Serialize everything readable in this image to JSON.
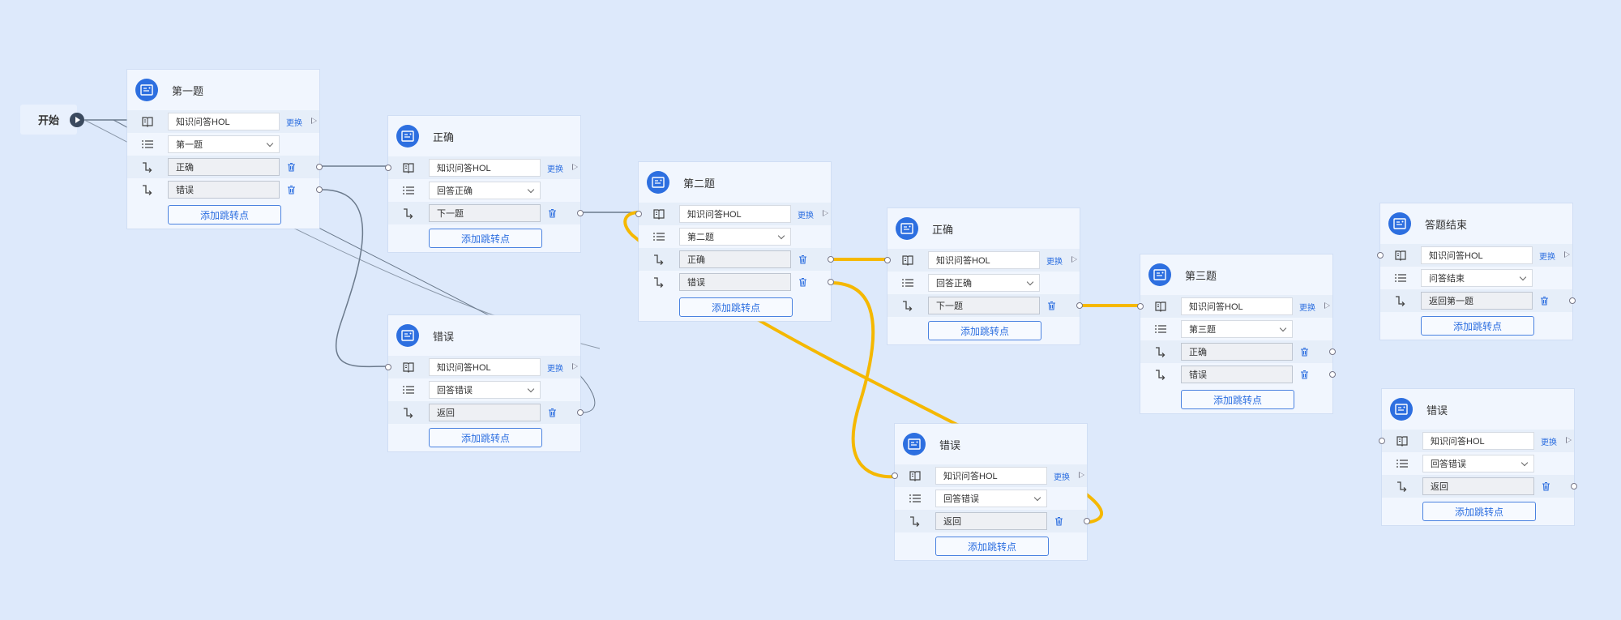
{
  "start": {
    "label": "开始"
  },
  "nodes": [
    {
      "id": "n1",
      "title": "第一题",
      "source": "知识问答HOL",
      "change": "更换",
      "option": "第一题",
      "branches": [
        "正确",
        "错误"
      ],
      "add": "添加跳转点"
    },
    {
      "id": "n2",
      "title": "正确",
      "source": "知识问答HOL",
      "change": "更换",
      "option": "回答正确",
      "branches": [
        "下一题"
      ],
      "add": "添加跳转点"
    },
    {
      "id": "n3",
      "title": "错误",
      "source": "知识问答HOL",
      "change": "更换",
      "option": "回答错误",
      "branches": [
        "返回"
      ],
      "add": "添加跳转点"
    },
    {
      "id": "n4",
      "title": "第二题",
      "source": "知识问答HOL",
      "change": "更换",
      "option": "第二题",
      "branches": [
        "正确",
        "错误"
      ],
      "add": "添加跳转点"
    },
    {
      "id": "n5",
      "title": "正确",
      "source": "知识问答HOL",
      "change": "更换",
      "option": "回答正确",
      "branches": [
        "下一题"
      ],
      "add": "添加跳转点"
    },
    {
      "id": "n6",
      "title": "错误",
      "source": "知识问答HOL",
      "change": "更换",
      "option": "回答错误",
      "branches": [
        "返回"
      ],
      "add": "添加跳转点"
    },
    {
      "id": "n7",
      "title": "第三题",
      "source": "知识问答HOL",
      "change": "更换",
      "option": "第三题",
      "branches": [
        "正确",
        "错误"
      ],
      "add": "添加跳转点"
    },
    {
      "id": "n8",
      "title": "答题结束",
      "source": "知识问答HOL",
      "change": "更换",
      "option": "问答结束",
      "branches": [
        "返回第一题"
      ],
      "add": "添加跳转点"
    },
    {
      "id": "n9",
      "title": "错误",
      "source": "知识问答HOL",
      "change": "更换",
      "option": "回答错误",
      "branches": [
        "返回"
      ],
      "add": "添加跳转点"
    }
  ],
  "colors": {
    "canvas": "#dde9fb",
    "accent": "#2d6fe0",
    "highlight_edge": "#f5b800",
    "edge": "#6b7a8c"
  },
  "icons": {
    "node": "image-card-icon",
    "source": "book-icon",
    "option": "list-icon",
    "branch": "branch-icon",
    "delete": "trash-icon",
    "start_port": "play-icon"
  }
}
